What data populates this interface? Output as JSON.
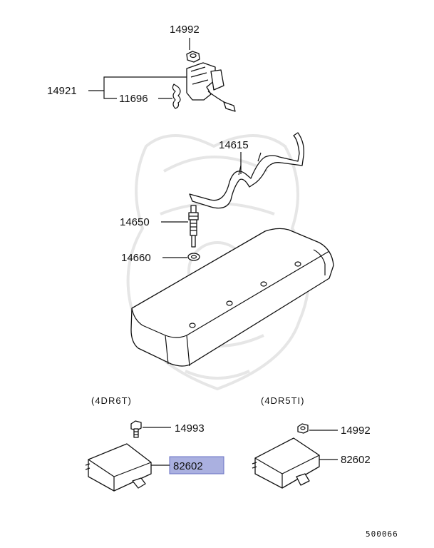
{
  "labels": {
    "p14992_top": "14992",
    "p14921": "14921",
    "p11696": "11696",
    "p14615": "14615",
    "p14650": "14650",
    "p14660": "14660",
    "variant_left": "(4DR6T)",
    "variant_right": "(4DR5TI)",
    "p14993": "14993",
    "p82602_left": "82602",
    "p14992_right": "14992",
    "p82602_right": "82602",
    "diagram_code": "500066"
  },
  "colors": {
    "highlight_fill": "#aab0e0",
    "highlight_stroke": "#6a72c4",
    "line": "#111111",
    "watermark": "#e6e6e6"
  }
}
